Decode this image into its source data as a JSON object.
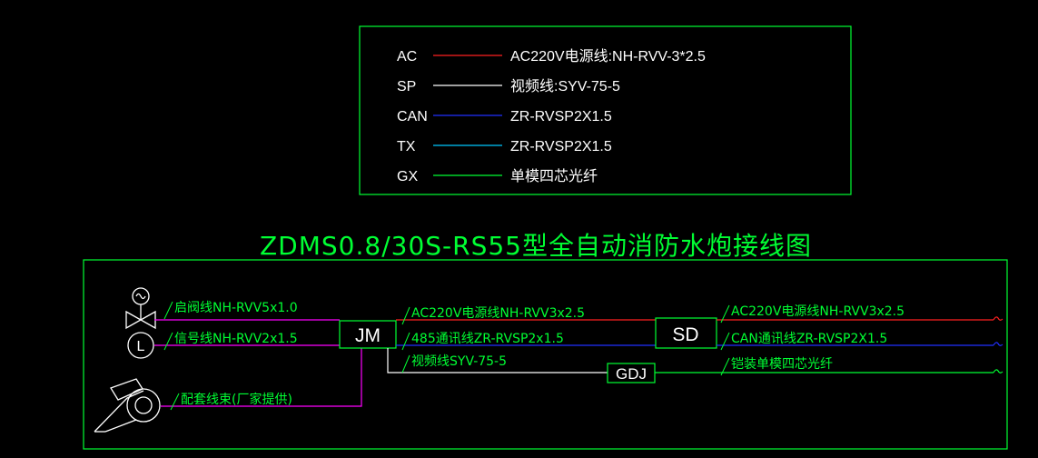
{
  "colors": {
    "background": "#000000",
    "frame": "#00ff33",
    "text_label": "#ffffff",
    "text_annotation": "#00ff33",
    "ac": "#ff2020",
    "sp": "#ffffff",
    "can": "#2030ff",
    "tx": "#00c8ff",
    "gx": "#00ff33",
    "control": "#ff00ff"
  },
  "legend": [
    {
      "code": "AC",
      "desc": "AC220V电源线:NH-RVV-3*2.5",
      "color_key": "ac"
    },
    {
      "code": "SP",
      "desc": "视频线:SYV-75-5",
      "color_key": "sp"
    },
    {
      "code": "CAN",
      "desc": "ZR-RVSP2X1.5",
      "color_key": "can"
    },
    {
      "code": "TX",
      "desc": "ZR-RVSP2X1.5",
      "color_key": "tx"
    },
    {
      "code": "GX",
      "desc": "单模四芯光纤",
      "color_key": "gx"
    }
  ],
  "title": "ZDMS0.8/30S-RS55型全自动消防水炮接线图",
  "boxes": {
    "jm": "JM",
    "sd": "SD",
    "gdj": "GDJ"
  },
  "labels": {
    "valve_line": "启阀线NH-RVV5x1.0",
    "signal_line": "信号线NH-RVV2x1.5",
    "harness": "配套线束(厂家提供)",
    "jm_power": "AC220V电源线NH-RVV3x2.5",
    "jm_485": "485通讯线ZR-RVSP2x1.5",
    "jm_video": "视频线SYV-75-5",
    "sd_power": "AC220V电源线NH-RVV3x2.5",
    "sd_can": "CAN通讯线ZR-RVSP2X1.5",
    "gdj_fiber": "铠装单模四芯光纤"
  },
  "icons": {
    "motor_valve": "motor-valve-icon",
    "limit_switch": "limit-switch-icon",
    "water_cannon": "water-cannon-icon",
    "break_mark": "break-mark-icon"
  }
}
